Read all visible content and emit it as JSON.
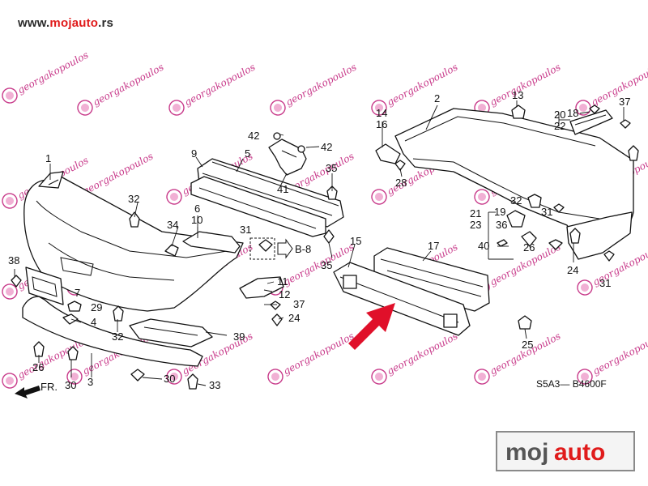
{
  "header": {
    "url_prefix": "www.",
    "url_brand": "mojauto",
    "url_suffix": ".rs"
  },
  "diagram": {
    "code": "S5A3— B4600F",
    "ref_label": "B-8",
    "front_marker": "FR.",
    "watermark_text": "georgakopoulos",
    "callouts": {
      "c1": "1",
      "c2": "2",
      "c3": "3",
      "c4": "4",
      "c5": "5",
      "c6": "6",
      "c7": "7",
      "c9": "9",
      "c10": "10",
      "c11": "11",
      "c12": "12",
      "c13": "13",
      "c14": "14",
      "c15": "15",
      "c16": "16",
      "c17": "17",
      "c18": "18",
      "c19": "19",
      "c20": "20",
      "c21": "21",
      "c22": "22",
      "c23": "23",
      "c24a": "24",
      "c24b": "24",
      "c25": "25",
      "c26a": "26",
      "c26b": "26",
      "c28": "28",
      "c29": "29",
      "c30a": "30",
      "c30b": "30",
      "c31a": "31",
      "c31b": "31",
      "c31c": "31",
      "c32a": "32",
      "c32b": "32",
      "c32c": "32",
      "c33": "33",
      "c34": "34",
      "c35a": "35",
      "c35b": "35",
      "c36": "36",
      "c37a": "37",
      "c37b": "37",
      "c38": "38",
      "c39": "39",
      "c40": "40",
      "c41": "41",
      "c42a": "42",
      "c42b": "42"
    }
  },
  "brand_logo": {
    "part_a": "moj",
    "part_b": "auto"
  },
  "colors": {
    "accent_red": "#e01b1b",
    "arrow_red": "#e0102a",
    "watermark": "#c83a8a"
  }
}
